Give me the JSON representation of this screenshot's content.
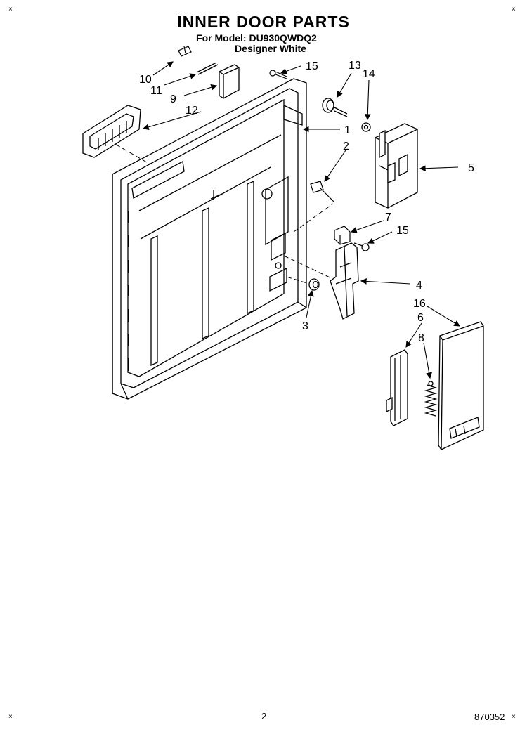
{
  "header": {
    "title": "INNER DOOR PARTS",
    "model_line": "For Model: DU930QWDQ2",
    "color_line": "Designer White"
  },
  "callouts": [
    "10",
    "11",
    "9",
    "12",
    "15",
    "13",
    "14",
    "1",
    "2",
    "5",
    "7",
    "15",
    "4",
    "3",
    "16",
    "6",
    "8"
  ],
  "footer": {
    "page_number": "2",
    "document_number": "870352",
    "corner_mark": "×"
  }
}
